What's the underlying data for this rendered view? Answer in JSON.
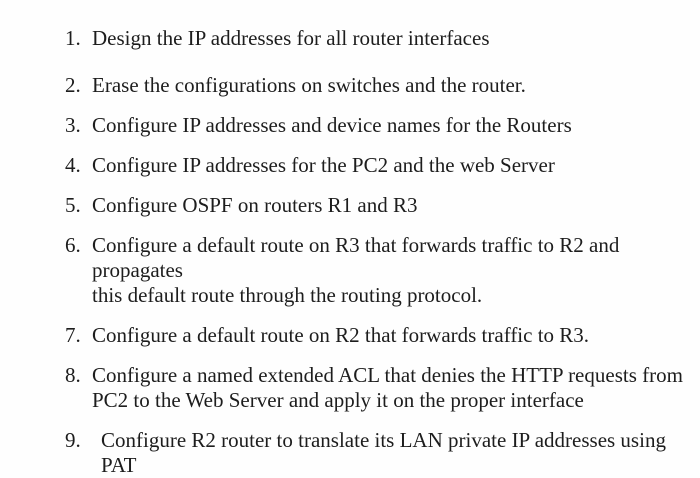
{
  "page": {
    "background_color": "#fefefe",
    "text_color": "#1d1d1d"
  },
  "tasks": {
    "items": [
      {
        "number": "1.",
        "lines": [
          "Design the IP addresses for all router interfaces"
        ]
      },
      {
        "number": "2.",
        "lines": [
          "Erase the configurations on switches and the router."
        ]
      },
      {
        "number": "3.",
        "lines": [
          "Configure IP addresses and device names for the Routers"
        ]
      },
      {
        "number": "4.",
        "lines": [
          "Configure IP addresses for the PC2 and the web Server"
        ]
      },
      {
        "number": "5.",
        "lines": [
          "Configure OSPF on routers R1 and R3"
        ]
      },
      {
        "number": "6.",
        "lines": [
          "Configure a default route on R3 that forwards traffic to R2 and propagates",
          "this default route through the routing protocol."
        ]
      },
      {
        "number": "7.",
        "lines": [
          "Configure a default route on R2 that forwards traffic to R3."
        ]
      },
      {
        "number": "8.",
        "lines": [
          "Configure a named extended ACL that denies the HTTP requests from",
          "PC2 to the Web Server and apply it on the proper interface"
        ]
      },
      {
        "number": "9.",
        "extra_indent": true,
        "lines": [
          "Configure R2 router to translate its LAN private IP addresses using PAT"
        ]
      }
    ]
  }
}
